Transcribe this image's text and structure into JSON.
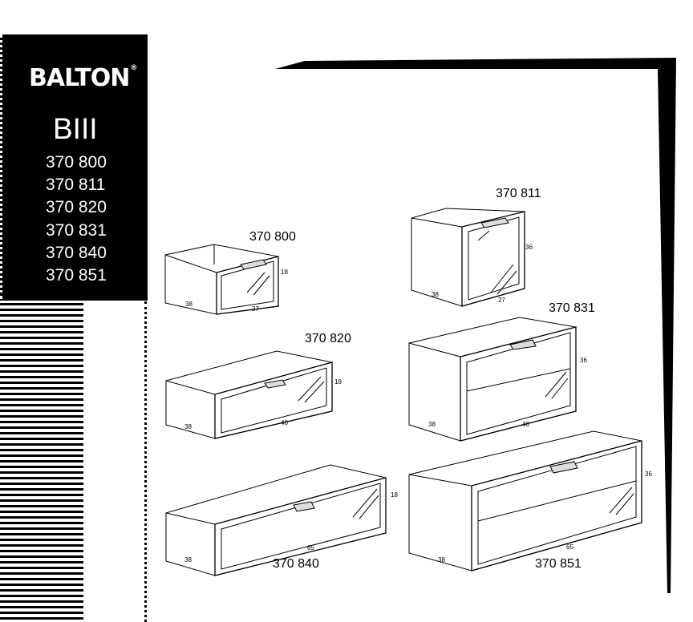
{
  "brand": {
    "name": "BALTON",
    "mark": "®"
  },
  "series": "BIII",
  "codes": [
    "370 800",
    "370 811",
    "370 820",
    "370 831",
    "370 840",
    "370 851"
  ],
  "drawers": [
    {
      "code": "370 800",
      "width": "27",
      "height": "18",
      "depth": "38"
    },
    {
      "code": "370 811",
      "width": "27",
      "height": "36",
      "depth": "38"
    },
    {
      "code": "370 820",
      "width": "46",
      "height": "18",
      "depth": "38"
    },
    {
      "code": "370 831",
      "width": "46",
      "height": "36",
      "depth": "38"
    },
    {
      "code": "370 840",
      "width": "65",
      "height": "18",
      "depth": "38"
    },
    {
      "code": "370 851",
      "width": "65",
      "height": "36",
      "depth": "38"
    }
  ]
}
